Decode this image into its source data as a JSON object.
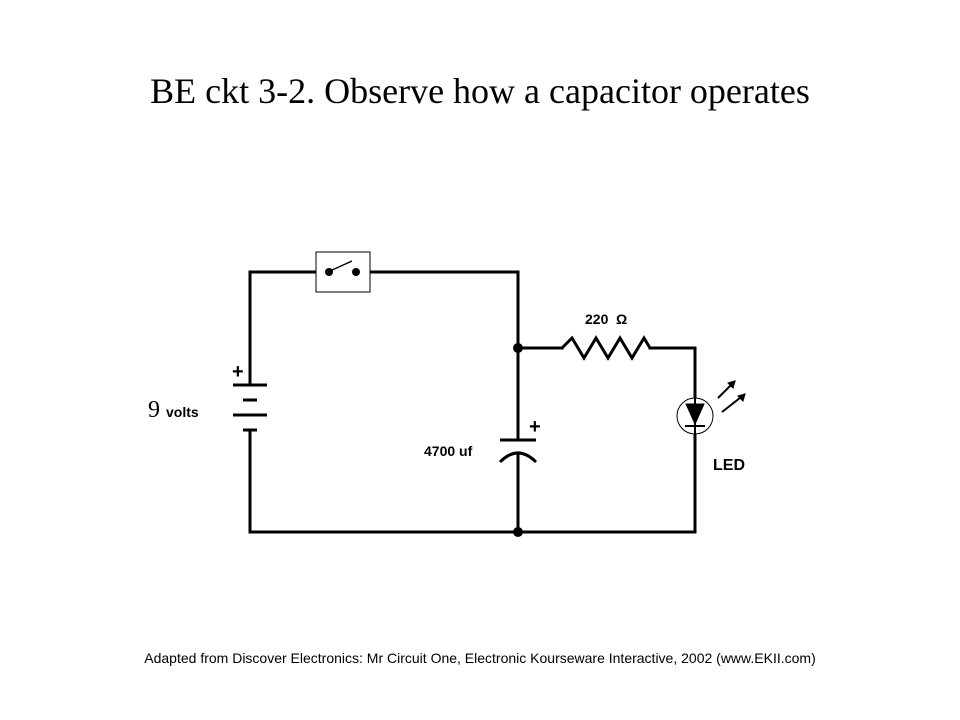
{
  "title": "BE ckt 3-2.  Observe how a capacitor operates",
  "labels": {
    "battery_value_num": "9",
    "battery_value_unit": "volts",
    "battery_plus": "+",
    "resistor_value": "220",
    "resistor_unit": "Ω",
    "capacitor_value": "4700 uf",
    "capacitor_plus": "+",
    "led_label": "LED"
  },
  "credit": "Adapted from Discover Electronics: Mr Circuit One, Electronic Kourseware Interactive, 2002 (www.EKII.com)"
}
